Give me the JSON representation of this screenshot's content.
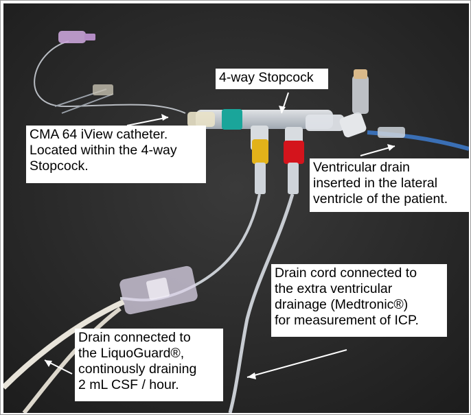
{
  "photo": {
    "icon": "medical-tubing-photo",
    "colors": {
      "background": "#2a2a2a",
      "tube": "#d9dde3",
      "teal_connector": "#1aa59a",
      "yellow_connector": "#e2b21a",
      "red_connector": "#d4141c",
      "blue_tube": "#3a6fb5",
      "pink_connector": "#c9a4d8",
      "white_cord": "#e8e4da"
    }
  },
  "labels": {
    "catheter": "CMA 64 iView catheter.\nLocated within the 4-way\nStopcock.",
    "stopcock": "4-way Stopcock",
    "ventricular_drain": "Ventricular drain\ninserted in the lateral\nventricle of the patient.",
    "drain_cord": "Drain cord connected to\nthe extra ventricular\ndrainage (Medtronic®)\nfor measurement of ICP.",
    "liquoguard": "Drain connected to\nthe LiquoGuard®,\ncontinously draining\n2 mL CSF / hour."
  }
}
